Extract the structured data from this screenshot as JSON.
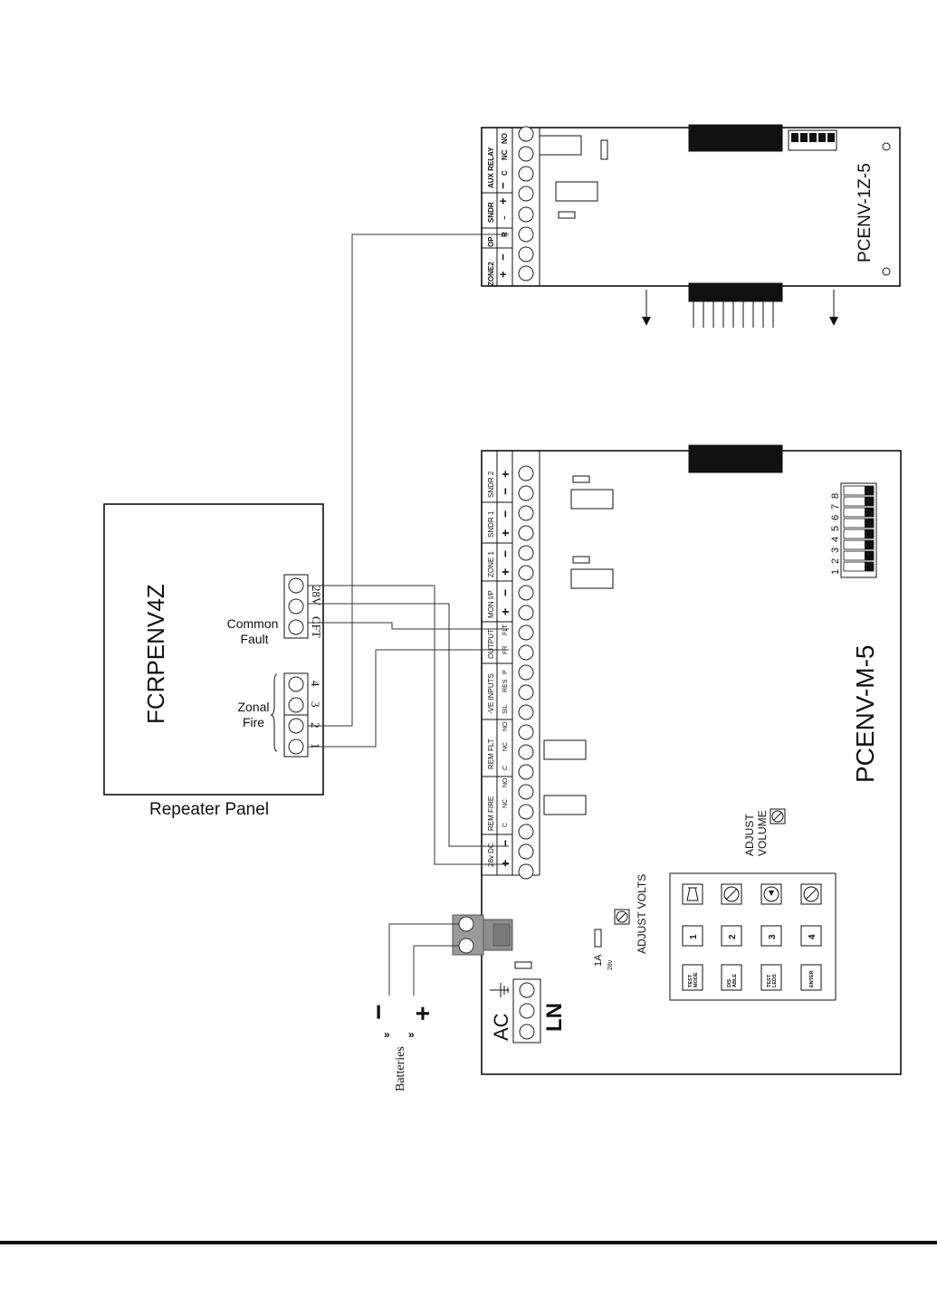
{
  "repeater": {
    "model": "FCRPENV4Z",
    "caption": "Repeater Panel",
    "fault_label": [
      "Common",
      "Fault"
    ],
    "fire_label": [
      "Zonal",
      "Fire"
    ],
    "fault_terminals": [
      "28V",
      "CFT"
    ],
    "fire_terminals": [
      "4",
      "3",
      "2",
      "1"
    ]
  },
  "zone_module": {
    "model": "PCENV-1Z-5",
    "groups": [
      "ZONE2",
      "OP",
      "SNDR",
      "AUX RELAY"
    ],
    "sublabels": [
      "+",
      "−",
      "R",
      "−",
      "+",
      "−",
      "C",
      "NC",
      "NO"
    ]
  },
  "main_board": {
    "model": "PCENV-M-5",
    "groups": [
      "28v DC",
      "REM FIRE",
      "REM FLT",
      "-VE INPUTS",
      "OUTPUT",
      "MON I/P",
      "ZONE 1",
      "SNDR 1",
      "SNDR 2"
    ],
    "sublabels": [
      "+",
      "−",
      "C",
      "NC",
      "NO",
      "C",
      "NC",
      "NO",
      "SIL",
      "RES",
      "P",
      "FR",
      "FLT",
      "+",
      "−",
      "+",
      "−",
      "+",
      "−",
      "−",
      "+"
    ],
    "dip_numbers": [
      "1",
      "2",
      "3",
      "4",
      "5",
      "6",
      "7",
      "8"
    ],
    "adjust_volume": [
      "ADJUST",
      "VOLUME"
    ],
    "adjust_volts": "ADJUST VOLTS",
    "jumper_labels": [
      "1A",
      "28v"
    ],
    "ac_label": "AC",
    "ln_label": "LN",
    "keys_top": [
      "1",
      "2",
      "3",
      "4"
    ],
    "keys_bottom": [
      "TEST MODE",
      "DIS ABLE",
      "TEST LEDS",
      "ENTER"
    ]
  },
  "batteries": {
    "label": "Batteries",
    "minus": "−",
    "plus": "+"
  }
}
